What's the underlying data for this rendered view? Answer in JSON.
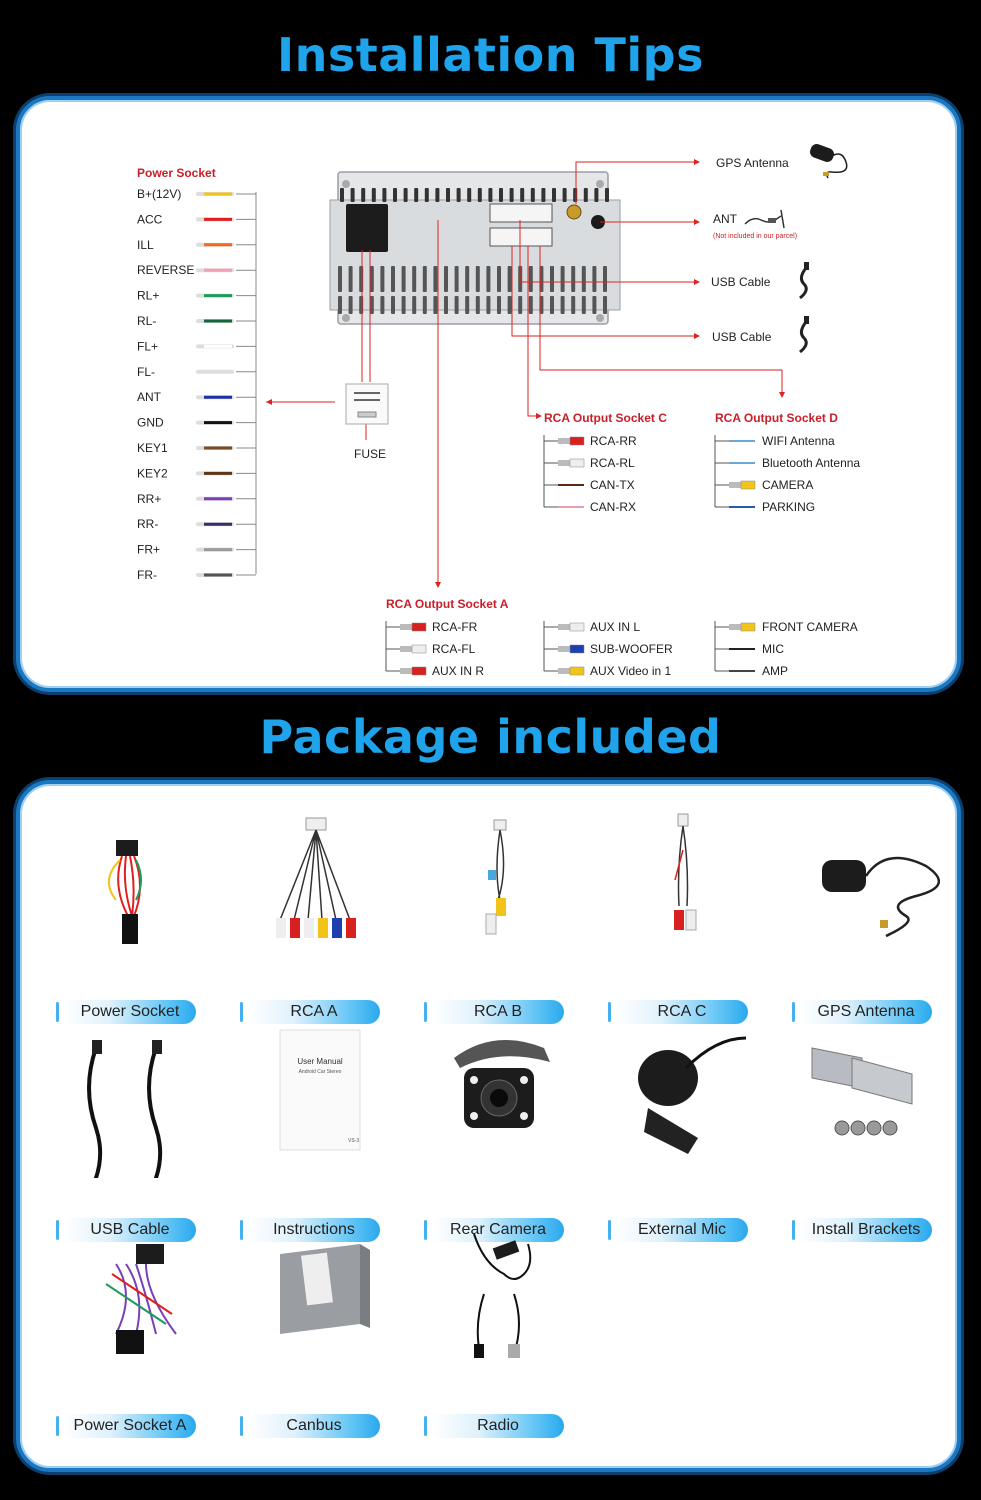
{
  "install": {
    "heading": "Installation Tips",
    "power_socket": {
      "title": "Power Socket",
      "wires": [
        {
          "label": "B+(12V)",
          "color": "#f2c41a"
        },
        {
          "label": "ACC",
          "color": "#e02020"
        },
        {
          "label": "ILL",
          "color": "#f06a1c"
        },
        {
          "label": "REVERSE",
          "color": "#f4a0b4"
        },
        {
          "label": "RL+",
          "color": "#1e9a5a"
        },
        {
          "label": "RL-",
          "color": "#13653b"
        },
        {
          "label": "FL+",
          "color": "#ffffff"
        },
        {
          "label": "FL-",
          "color": "#dedede"
        },
        {
          "label": "ANT",
          "color": "#1d2fa8"
        },
        {
          "label": "GND",
          "color": "#111111"
        },
        {
          "label": "KEY1",
          "color": "#7a4a22"
        },
        {
          "label": "KEY2",
          "color": "#5e3616"
        },
        {
          "label": "RR+",
          "color": "#7a3fb8"
        },
        {
          "label": "RR-",
          "color": "#3a2a6a"
        },
        {
          "label": "FR+",
          "color": "#9a9a9a"
        },
        {
          "label": "FR-",
          "color": "#555555"
        }
      ]
    },
    "fuse_label": "FUSE",
    "connections": {
      "gps": "GPS Antenna",
      "ant": "ANT",
      "ant_note": "(Not included in our parcel)",
      "usb1": "USB Cable",
      "usb2": "USB Cable"
    },
    "rca_c": {
      "title": "RCA Output Socket C",
      "items": [
        "RCA-RR",
        "RCA-RL",
        "CAN-TX",
        "CAN-RX"
      ]
    },
    "rca_d": {
      "title": "RCA Output Socket D",
      "items": [
        "WIFI Antenna",
        "Bluetooth Antenna",
        "CAMERA",
        "PARKING"
      ]
    },
    "rca_a": {
      "title": "RCA Output Socket A",
      "col1": [
        "RCA-FR",
        "RCA-FL",
        "AUX IN R"
      ],
      "col2": [
        "AUX IN L",
        "SUB-WOOFER",
        "AUX Video in 1"
      ],
      "col3": [
        "FRONT CAMERA",
        "MIC",
        "AMP"
      ]
    }
  },
  "package": {
    "heading": "Package included",
    "items": [
      {
        "label": "Power Socket",
        "icon": "power-socket-harness-icon"
      },
      {
        "label": "RCA  A",
        "icon": "rca-a-cable-icon"
      },
      {
        "label": "RCA  B",
        "icon": "rca-b-cable-icon"
      },
      {
        "label": "RCA  C",
        "icon": "rca-c-cable-icon"
      },
      {
        "label": "GPS Antenna",
        "icon": "gps-antenna-icon"
      },
      {
        "label": "USB Cable",
        "icon": "usb-cable-icon"
      },
      {
        "label": "Instructions",
        "icon": "user-manual-icon"
      },
      {
        "label": "Rear Camera",
        "icon": "rear-camera-icon"
      },
      {
        "label": "External Mic",
        "icon": "external-mic-icon"
      },
      {
        "label": "Install Brackets",
        "icon": "install-brackets-icon"
      },
      {
        "label": "Power Socket A",
        "icon": "power-socket-a-harness-icon"
      },
      {
        "label": "Canbus",
        "icon": "canbus-box-icon"
      },
      {
        "label": "Radio",
        "icon": "radio-adapter-icon"
      }
    ],
    "manual_title": "User Manual",
    "manual_subtitle": "Android Car Stereo",
    "manual_code": "VS-3"
  }
}
